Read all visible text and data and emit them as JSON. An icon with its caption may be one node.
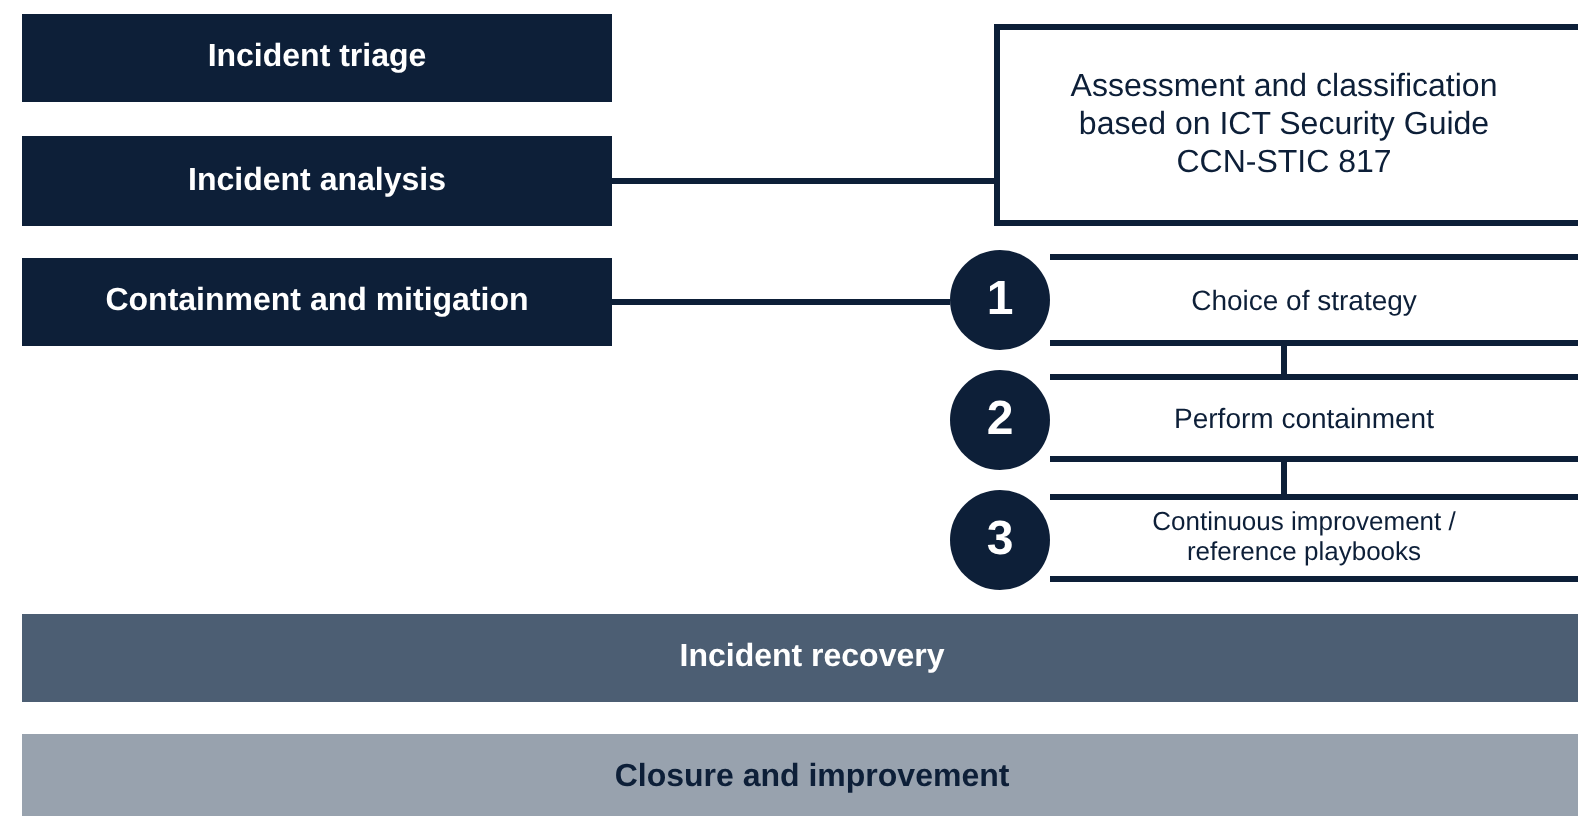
{
  "diagram": {
    "nodes": [
      {
        "text": [
          "Incident triage"
        ]
      },
      {
        "text": [
          "Incident analysis"
        ]
      },
      {
        "text": [
          "Containment and mitigation"
        ]
      },
      {
        "text": [
          "Assessment and classification based on ICT Security Guide CCN-STIC 817"
        ]
      },
      {
        "text": [
          "1"
        ]
      },
      {
        "text": [
          "Choice of strategy"
        ]
      },
      {
        "text": [
          "2"
        ]
      },
      {
        "text": [
          "Perform containment"
        ]
      },
      {
        "text": [
          "3"
        ]
      },
      {
        "text": [
          "Continuous improvement / reference playbooks"
        ]
      },
      {
        "text": [
          "Incident recovery"
        ]
      },
      {
        "text": [
          "Closure and improvement"
        ]
      }
    ],
    "edges": [
      {
        "from": 1,
        "to": 3,
        "arrow": "none"
      },
      {
        "from": 2,
        "to": 4,
        "arrow": "none"
      },
      {
        "from": 5,
        "to": 7,
        "arrow": "none"
      },
      {
        "from": 7,
        "to": 9,
        "arrow": "none"
      }
    ]
  }
}
